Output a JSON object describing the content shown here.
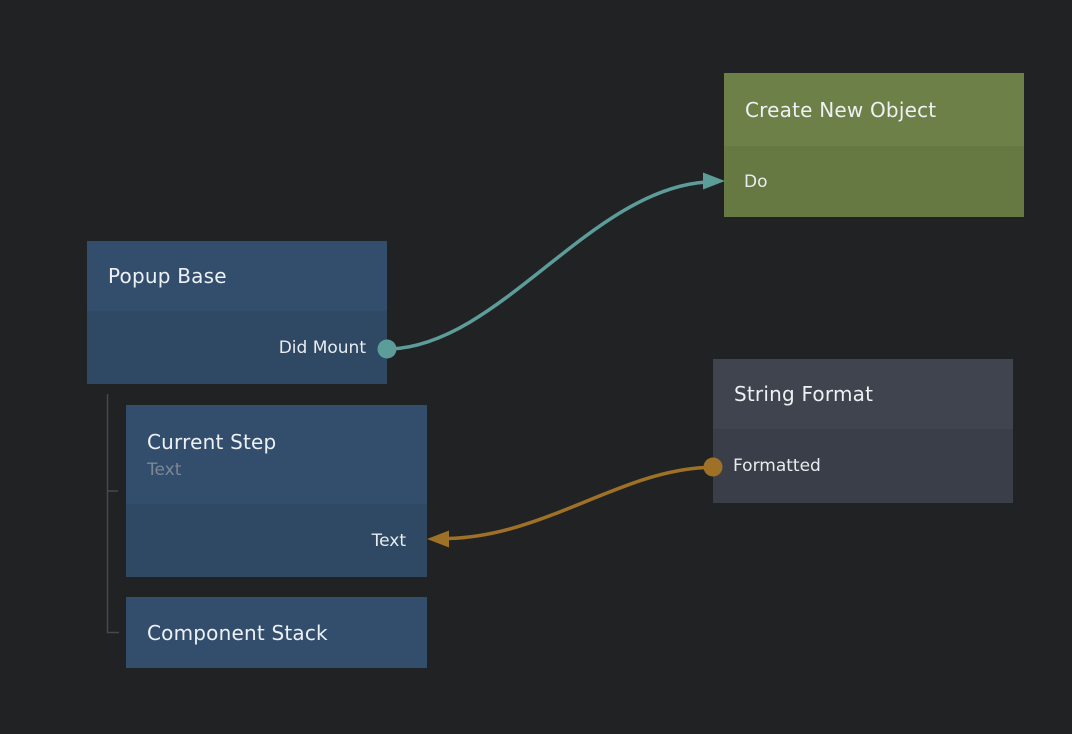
{
  "canvas": {
    "background": "#212223"
  },
  "colors": {
    "node_blue_header": "#334e6d",
    "node_blue_body": "#2f4964",
    "node_green_header": "#6d8048",
    "node_green_body": "#667943",
    "node_gray_header": "#40444f",
    "node_gray_body": "#3a3e48",
    "wire_teal": "#5c9d9a",
    "wire_orange": "#9e7127",
    "tree_line": "#474849",
    "title_text": "#eef1f3",
    "port_text": "#e9ecef",
    "subtitle_text": "#7d8796"
  },
  "nodes": {
    "create_new_object": {
      "title": "Create New Object",
      "ports": [
        {
          "label": "Do",
          "direction": "input",
          "side": "left"
        }
      ]
    },
    "popup_base": {
      "title": "Popup Base",
      "ports": [
        {
          "label": "Did Mount",
          "direction": "output",
          "side": "right"
        }
      ]
    },
    "string_format": {
      "title": "String Format",
      "ports": [
        {
          "label": "Formatted",
          "direction": "output",
          "side": "left"
        }
      ]
    },
    "current_step": {
      "title": "Current Step",
      "subtitle": "Text",
      "ports": [
        {
          "label": "Text",
          "direction": "input",
          "side": "right"
        }
      ]
    },
    "component_stack": {
      "title": "Component Stack",
      "ports": []
    }
  },
  "connections": [
    {
      "from": "Popup Base / Did Mount",
      "to": "Create New Object / Do",
      "color": "#5c9d9a"
    },
    {
      "from": "String Format / Formatted",
      "to": "Current Step / Text",
      "color": "#9e7127"
    }
  ],
  "hierarchy": {
    "parent": "Popup Base",
    "children": [
      "Current Step",
      "Component Stack"
    ]
  }
}
